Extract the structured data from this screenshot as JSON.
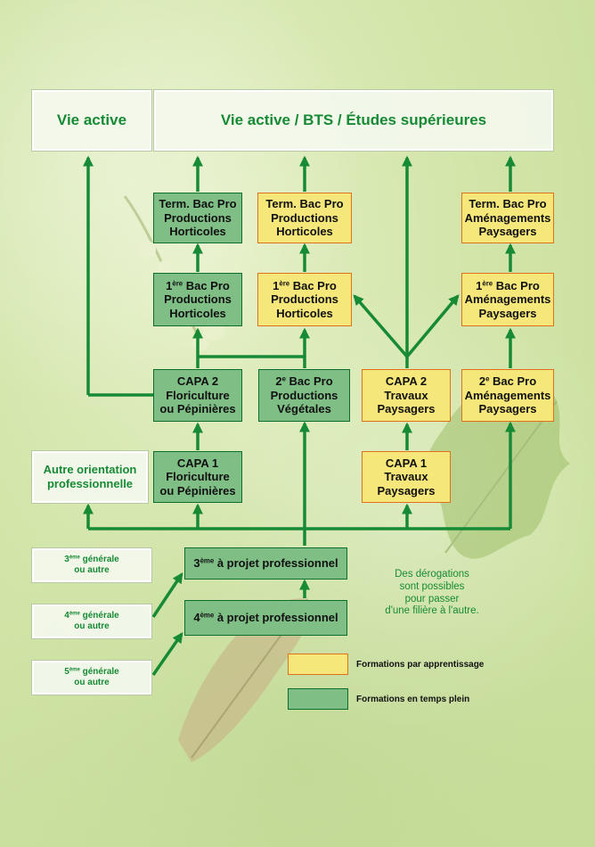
{
  "header": {
    "vie_active": "Vie active",
    "vie_active_bts": "Vie active / BTS / Études supérieures"
  },
  "boxes": {
    "term_horti_green": "Term. Bac Pro\nProductions\nHorticoles",
    "term_horti_yellow": "Term. Bac Pro\nProductions\nHorticoles",
    "term_amenag": "Term. Bac Pro\nAménagements\nPaysagers",
    "premiere_horti_green": {
      "sup": "ère",
      "rest": " Bac Pro\nProductions\nHorticoles"
    },
    "premiere_horti_yellow": {
      "sup": "ère",
      "rest": " Bac Pro\nProductions\nHorticoles"
    },
    "premiere_amenag": {
      "sup": "ère",
      "rest": " Bac Pro\nAménagements\nPaysagers"
    },
    "capa2_flori": "CAPA 2\nFloriculture\nou Pépinières",
    "seconde_vegetales": {
      "sup": "e",
      "rest": " Bac Pro\nProductions\nVégétales"
    },
    "capa2_travaux": "CAPA 2\nTravaux\nPaysagers",
    "seconde_amenag": {
      "sup": "e",
      "rest": " Bac Pro\nAménagements\nPaysagers"
    },
    "autre_orientation": "Autre orientation\nprofessionnelle",
    "capa1_flori": "CAPA 1\nFloriculture\nou Pépinières",
    "capa1_travaux": "CAPA 1\nTravaux\nPaysagers",
    "troisieme_projet": {
      "sup": "ème",
      "rest": " à projet professionnel"
    },
    "quatrieme_projet": {
      "sup": "ème",
      "rest": " à projet professionnel"
    },
    "troisieme_generale": {
      "sup": "ème",
      "rest": " générale\nou autre"
    },
    "quatrieme_generale": {
      "sup": "ème",
      "rest": " générale\nou autre"
    },
    "cinquieme_generale": {
      "sup": "ème",
      "rest": " générale\nou autre"
    }
  },
  "digits": {
    "premiere": "1",
    "seconde": "2",
    "troisieme": "3",
    "quatrieme": "4",
    "cinquieme": "5"
  },
  "note": "Des dérogations\nsont possibles\npour passer\nd'une filière à l'autre.",
  "legend": {
    "apprentissage": "Formations par apprentissage",
    "temps_plein": "Formations en temps plein"
  },
  "colors": {
    "green_fill": "#7fbf86",
    "green_border": "#0b6d2e",
    "yellow_fill": "#f6e77a",
    "yellow_border": "#e0701c",
    "arrow": "#178a35",
    "title_text": "#178a35"
  }
}
